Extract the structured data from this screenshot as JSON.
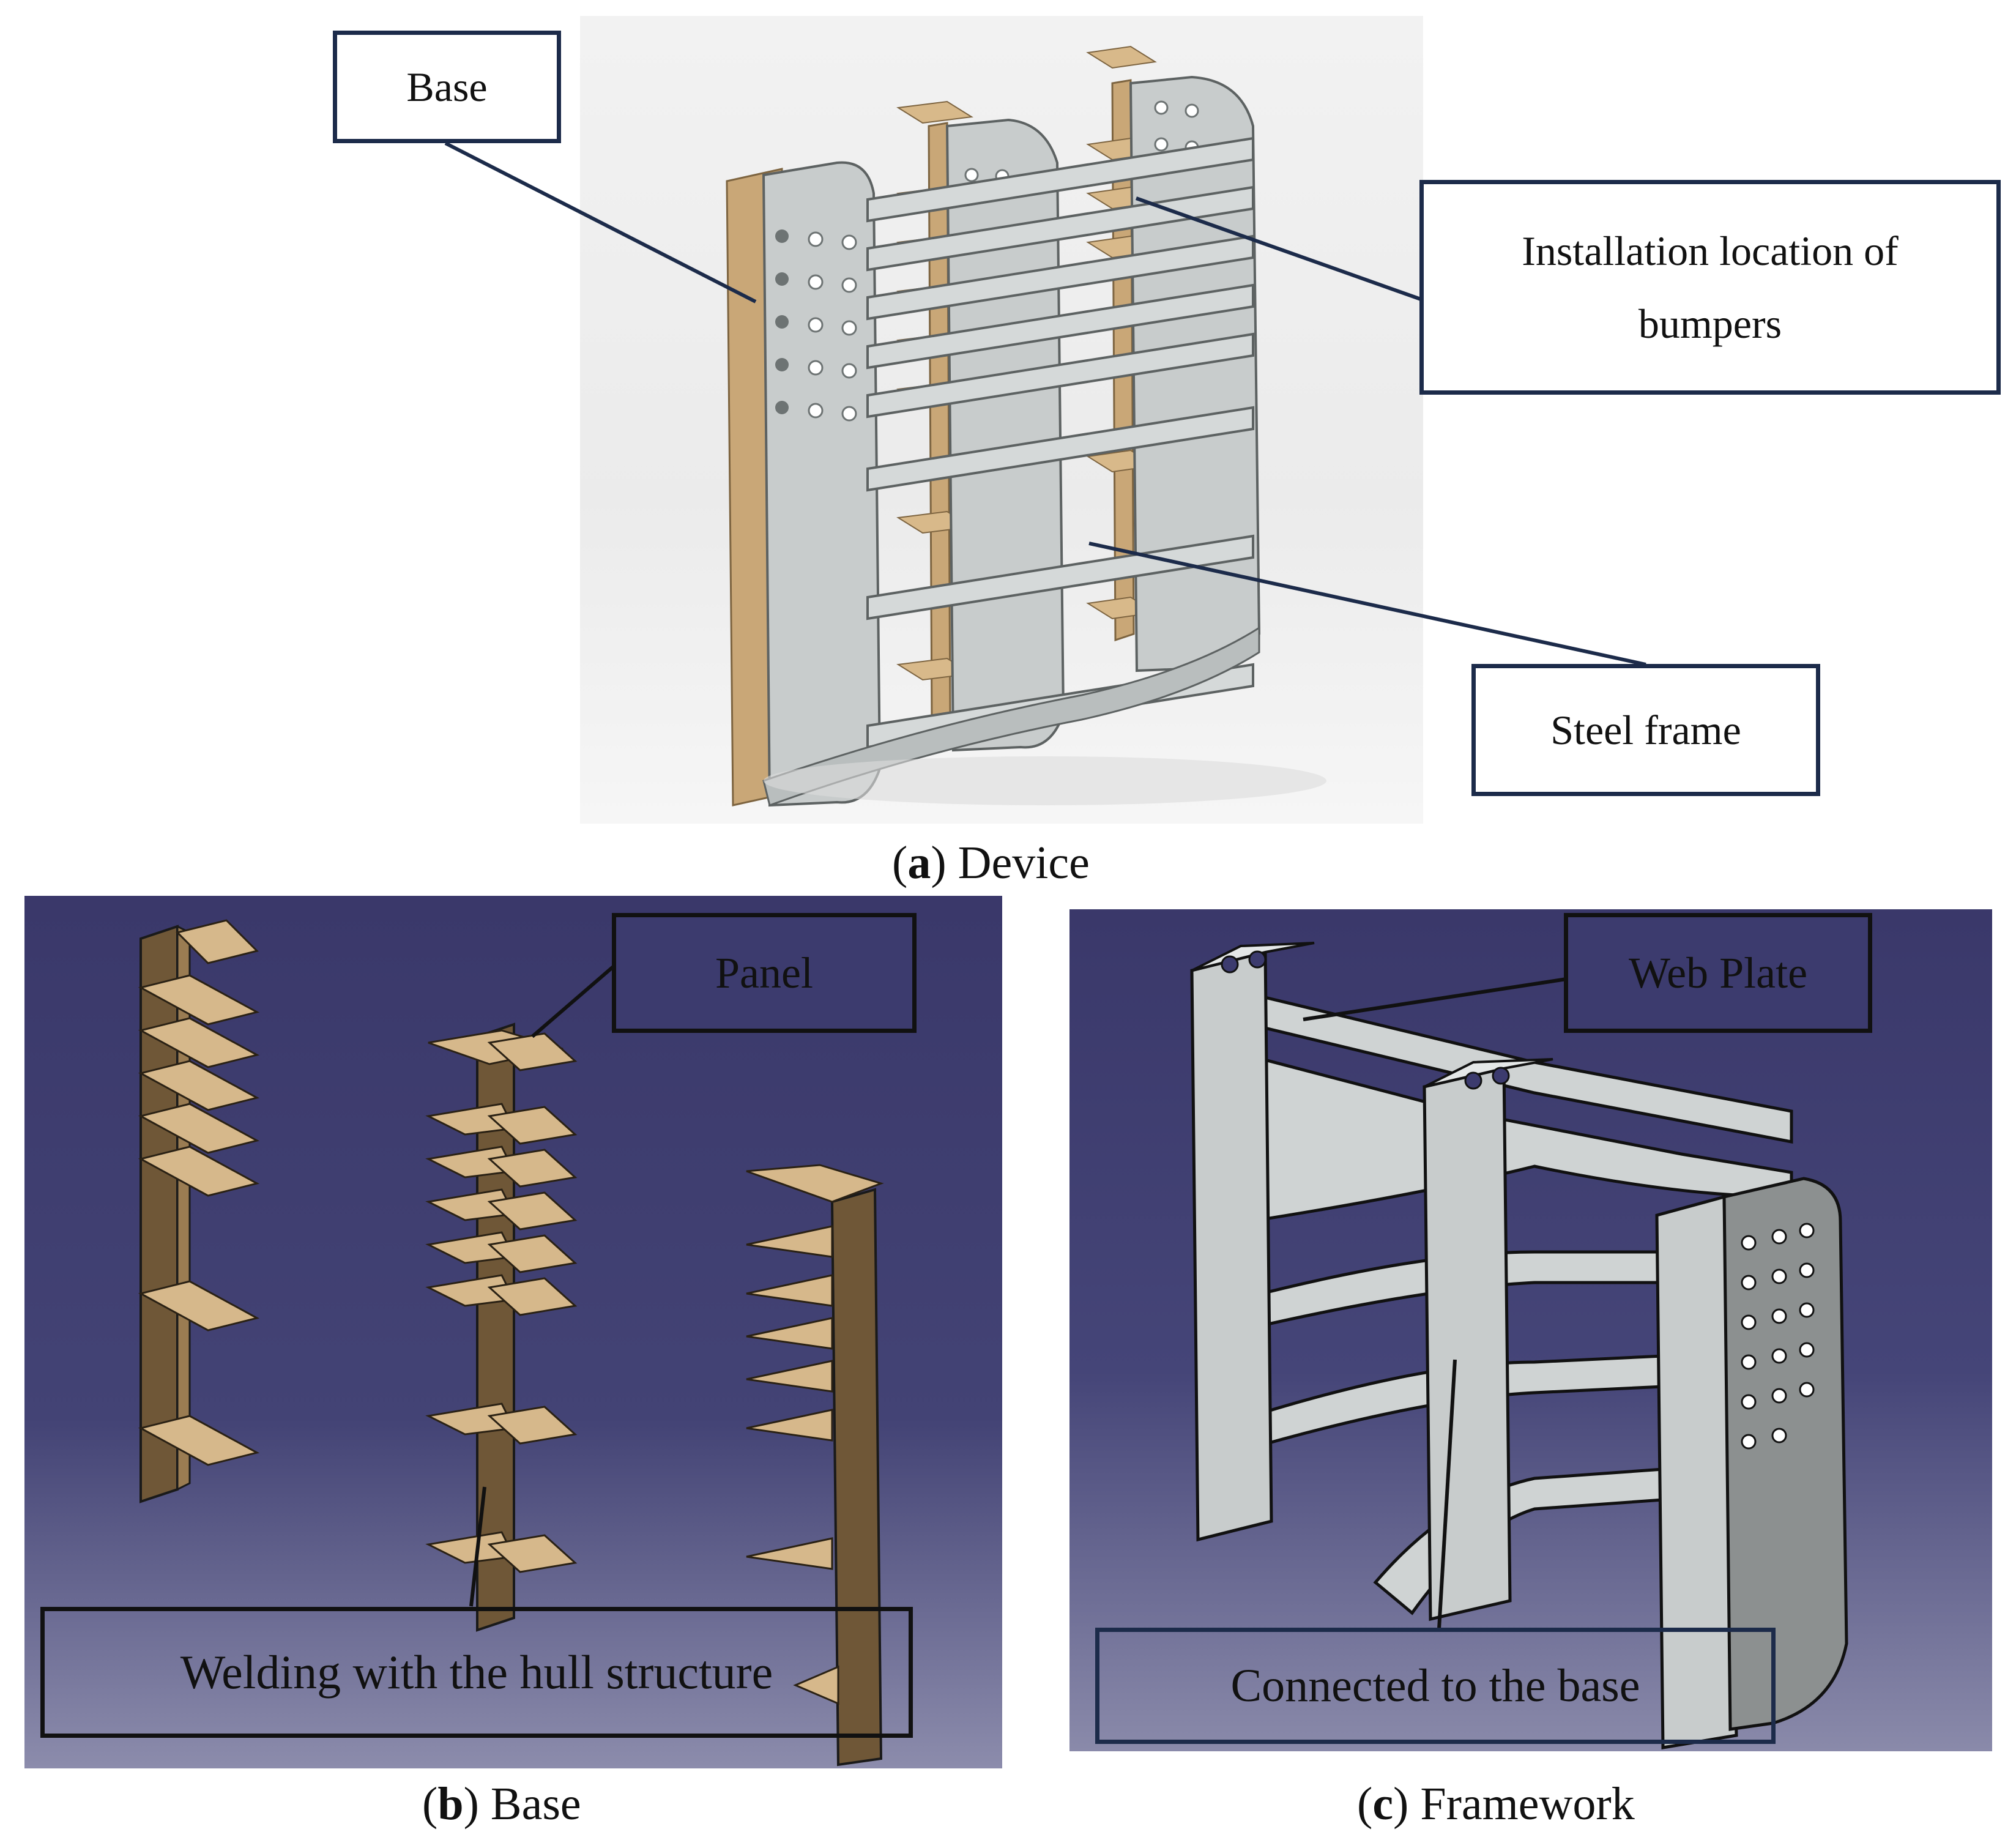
{
  "panel_a": {
    "caption_letter": "a",
    "caption_text": "Device",
    "labels": {
      "base": "Base",
      "bumpers": "Installation location of bumpers",
      "steel_frame": "Steel frame"
    }
  },
  "panel_b": {
    "caption_letter": "b",
    "caption_text": "Base",
    "labels": {
      "panel": "Panel",
      "welding": "Welding with the hull structure"
    }
  },
  "panel_c": {
    "caption_letter": "c",
    "caption_text": "Framework",
    "labels": {
      "web_plate": "Web Plate",
      "connected": "Connected to the base"
    }
  },
  "colors": {
    "callout_border": "#1c2b4a",
    "steel": "#c8cccc",
    "wood": "#c9a777",
    "cad_background": "#3c3b6e"
  }
}
